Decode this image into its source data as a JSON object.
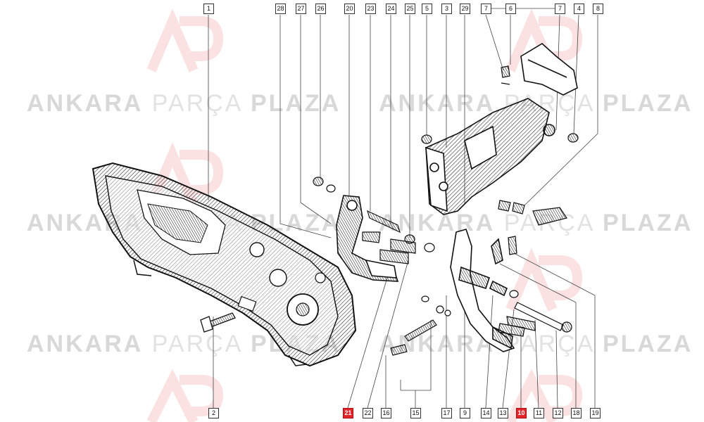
{
  "watermark": {
    "word_a": "ANKARA",
    "word_b": "PARÇA",
    "word_c": "PLAZA",
    "logo_mark": "AP",
    "logo_color": "#e4242b"
  },
  "highlight_color": "#e4242b",
  "callouts": {
    "top": [
      "1",
      "28",
      "27",
      "26",
      "20",
      "23",
      "24",
      "25",
      "5",
      "3",
      "29",
      "7",
      "6",
      "7",
      "4",
      "8"
    ],
    "bottom": [
      "2",
      "21",
      "22",
      "16",
      "15",
      "17",
      "9",
      "14",
      "13",
      "10",
      "11",
      "12",
      "18",
      "19"
    ],
    "highlighted": [
      "21",
      "10"
    ]
  }
}
